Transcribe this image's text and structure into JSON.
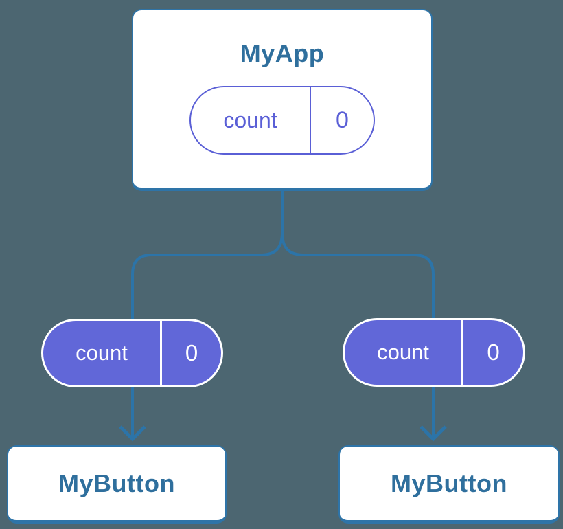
{
  "colors": {
    "bg": "#4C6671",
    "line": "#2C74A8",
    "node-bg": "#FFFFFF",
    "node-border": "#2E74A8",
    "node-text": "#2F6F9D",
    "pill-fill": "#6167D8",
    "pill-outline": "#5A5FD6",
    "pill-text-light": "#FFFFFF"
  },
  "diagram": {
    "root": {
      "title": "MyApp",
      "state": {
        "label": "count",
        "value": "0"
      }
    },
    "children": [
      {
        "title": "MyButton",
        "state": {
          "label": "count",
          "value": "0"
        }
      },
      {
        "title": "MyButton",
        "state": {
          "label": "count",
          "value": "0"
        }
      }
    ]
  }
}
